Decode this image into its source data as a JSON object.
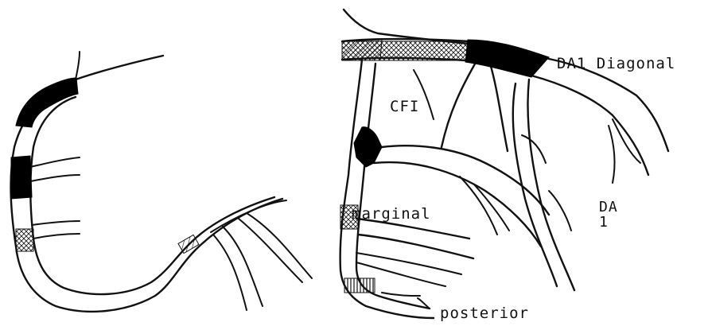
{
  "labels": {
    "da1_diagonal": "DA1 Diagonal",
    "cfi": "CFI",
    "marginal": "marginal",
    "da": "DA",
    "da_number": "1",
    "posterior": "posterior"
  },
  "colors": {
    "ink": "#111111",
    "background": "#ffffff"
  }
}
